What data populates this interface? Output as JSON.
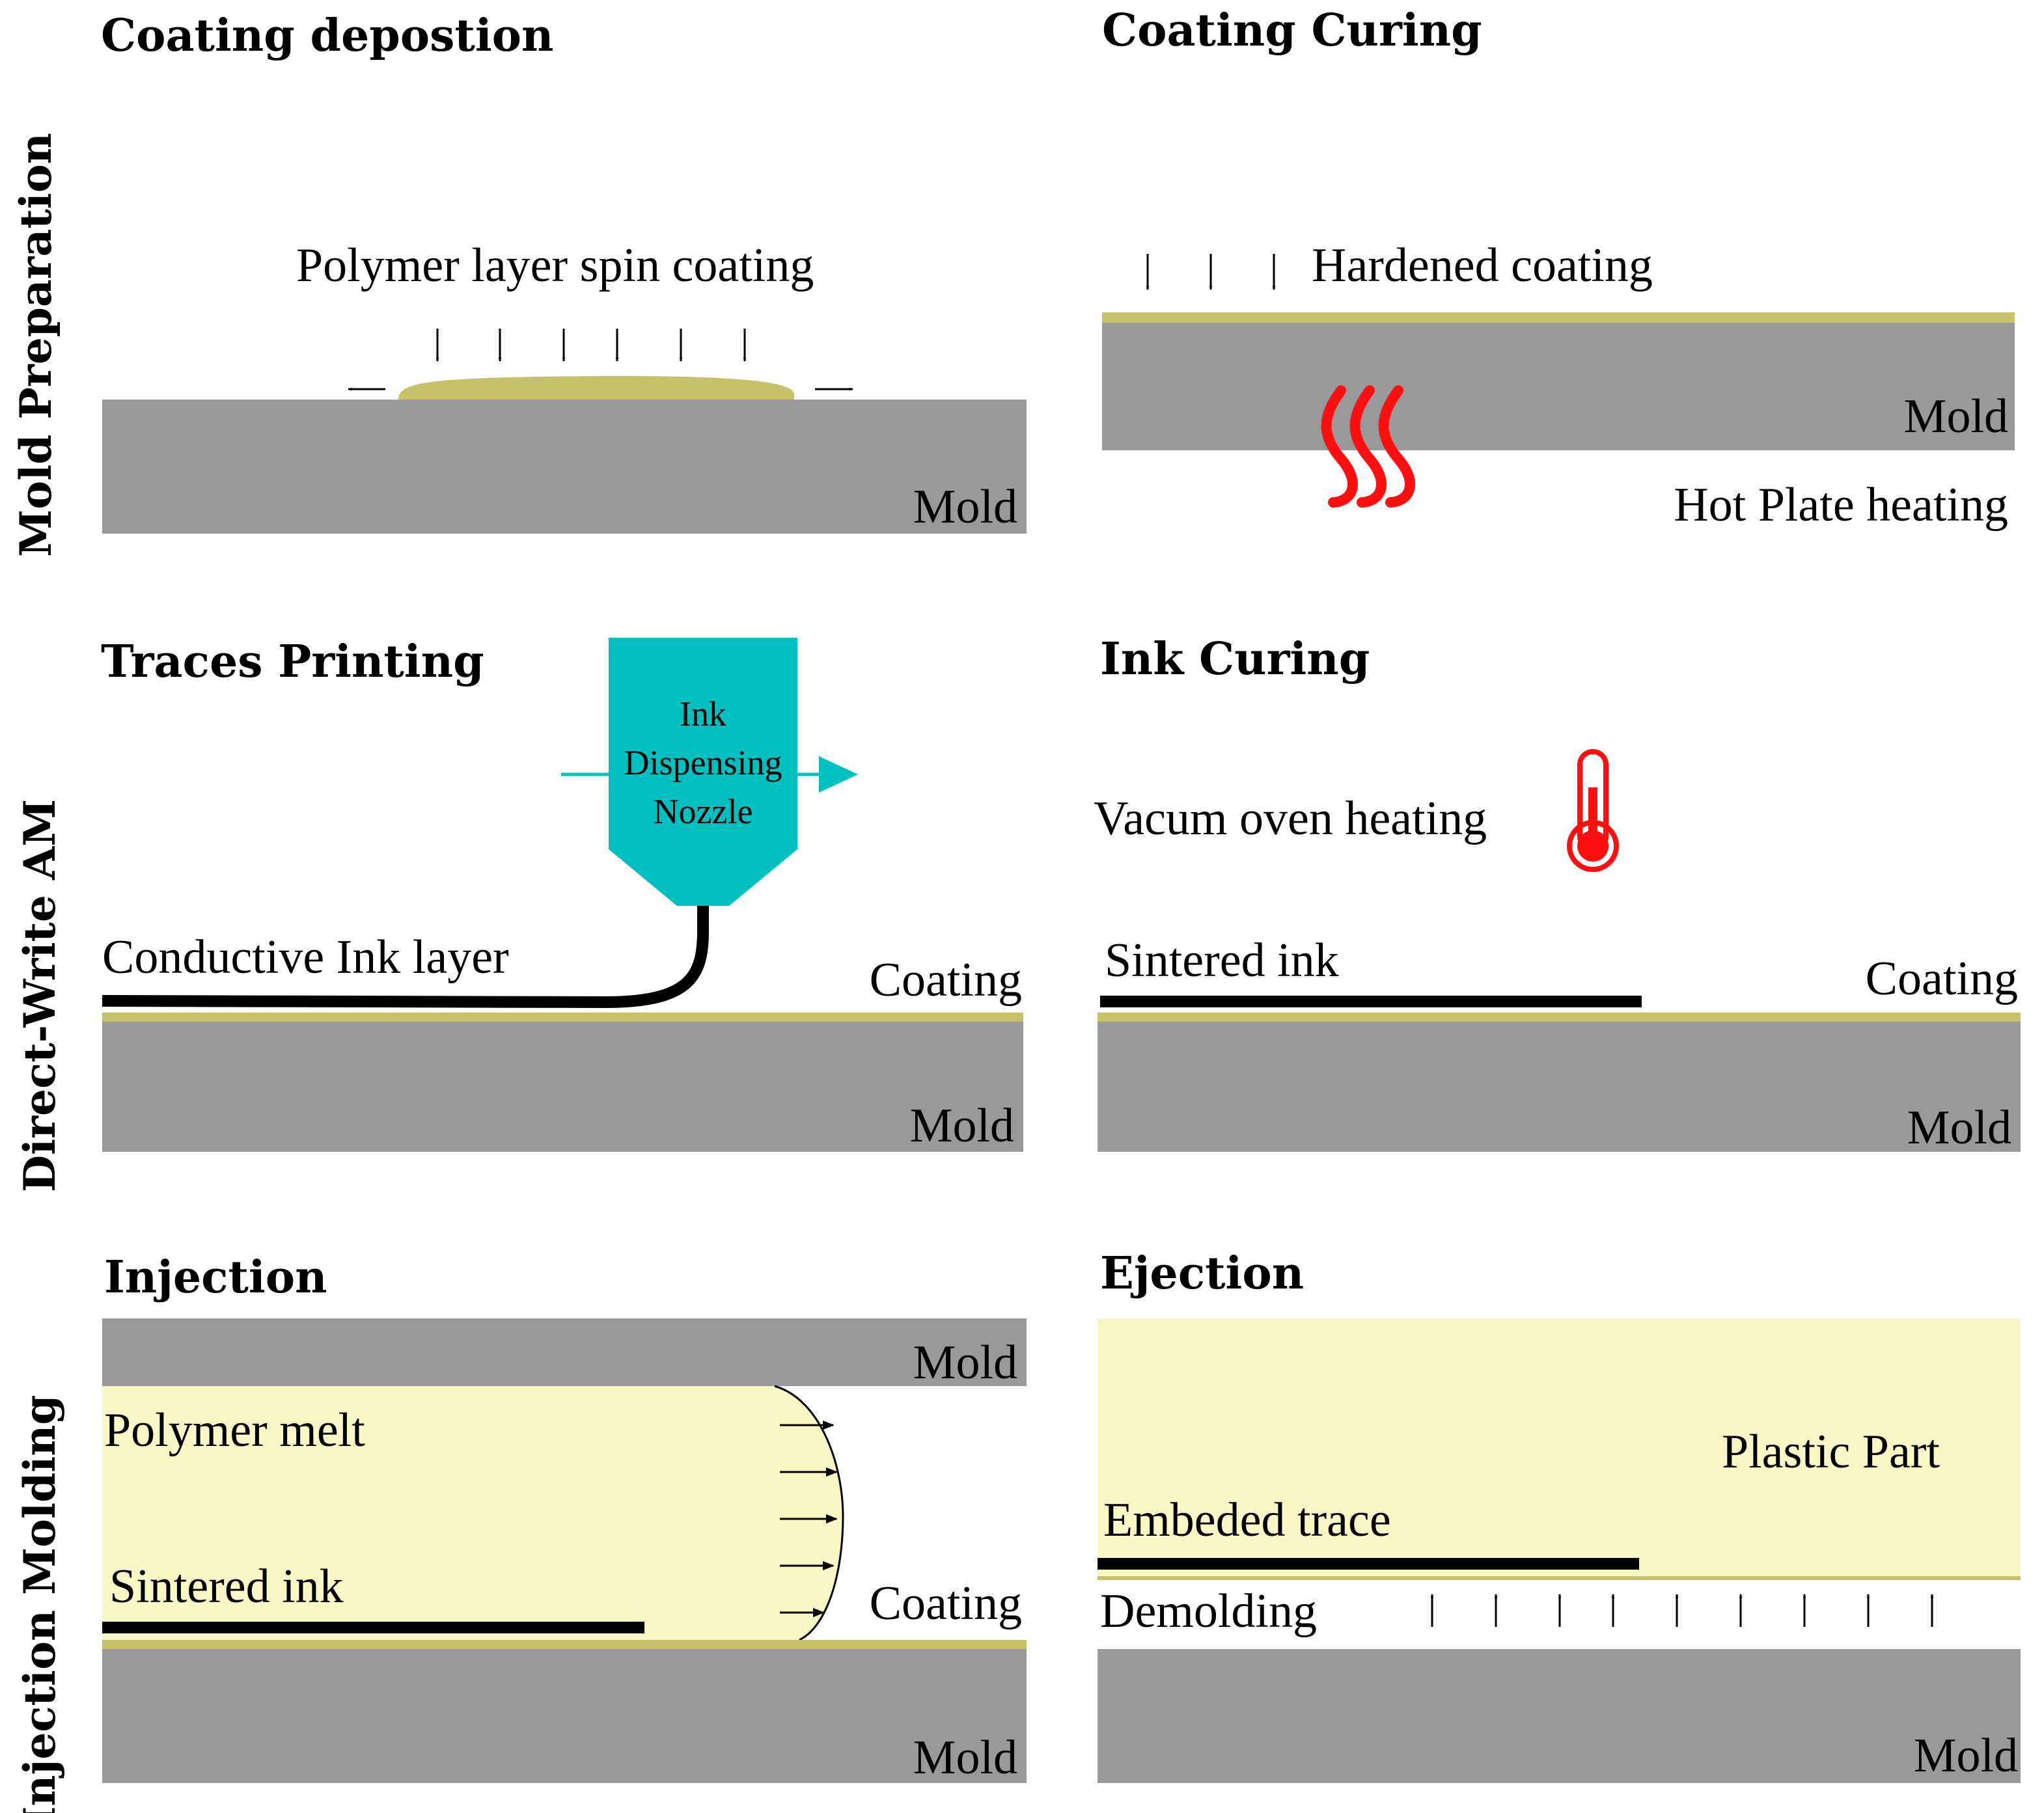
{
  "colors": {
    "mold": "#999999",
    "coating": "#c5c26a",
    "melt": "#f8f7c6",
    "nozzle": "#00bfbf",
    "heat": "#ff1010",
    "ink": "#000000"
  },
  "rows": {
    "mold_preparation": "Mold Preparation",
    "direct_write": "Direct-Write AM",
    "injection_molding": "Injection Molding"
  },
  "panels": {
    "coating_deposition": {
      "title": "Coating depostion",
      "spin_label": "Polymer layer spin coating",
      "mold_label": "Mold"
    },
    "coating_curing": {
      "title": "Coating Curing",
      "hardened_label": "Hardened  coating",
      "mold_label": "Mold",
      "heat_label": "Hot Plate heating",
      "heat_icon": "heat-waves-icon"
    },
    "traces_printing": {
      "title": "Traces Printing",
      "nozzle_line1": "Ink",
      "nozzle_line2": "Dispensing",
      "nozzle_line3": "Nozzle",
      "ink_label": "Conductive Ink layer",
      "coating_label": "Coating",
      "mold_label": "Mold"
    },
    "ink_curing": {
      "title": "Ink Curing",
      "oven_label": "Vacum oven heating",
      "oven_icon": "thermometer-icon",
      "sintered_label": "Sintered ink",
      "coating_label": "Coating",
      "mold_label": "Mold"
    },
    "injection": {
      "title": "Injection",
      "top_mold_label": "Mold",
      "melt_label": "Polymer melt",
      "sintered_label": "Sintered ink",
      "coating_label": "Coating",
      "mold_label": "Mold"
    },
    "ejection": {
      "title": "Ejection",
      "part_label": "Plastic Part",
      "trace_label": "Embeded trace",
      "demolding_label": "Demolding",
      "mold_label": "Mold"
    }
  }
}
